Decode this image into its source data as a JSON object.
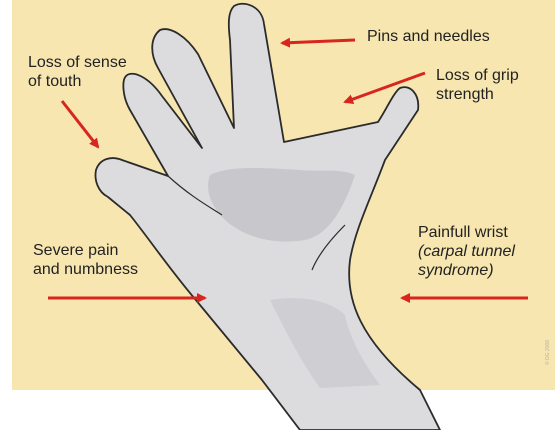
{
  "labels": {
    "pins": "Pins and needles",
    "touch_line1": "Loss of sense",
    "touch_line2": "of touth",
    "grip_line1": "Loss of grip",
    "grip_line2": "strength",
    "pain_line1": "Severe pain",
    "pain_line2": "and numbness",
    "wrist_line1": "Painfull wrist",
    "wrist_line2": "(carpal tunnel",
    "wrist_line3": "syndrome)"
  },
  "credit": "© DG 2008",
  "colors": {
    "background": "#f7e6b0",
    "hand_fill": "#dcdcdf",
    "hand_shade": "#c8c8cc",
    "hand_outline": "#2b2b2b",
    "arrow": "#d8261f",
    "text": "#222222"
  }
}
